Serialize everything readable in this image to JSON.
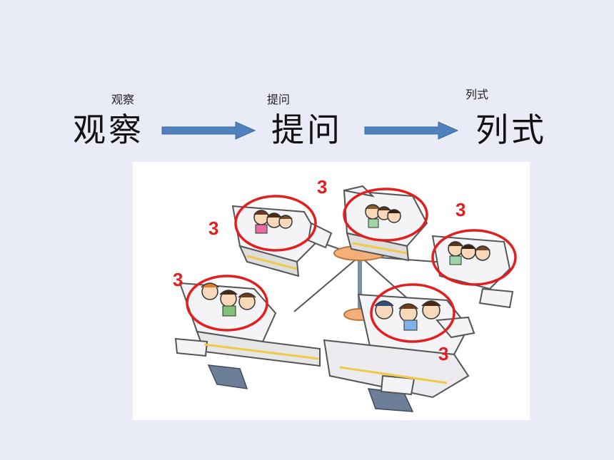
{
  "steps": [
    {
      "ruby": "观察",
      "word": "观察"
    },
    {
      "ruby": "提问",
      "word": "提问"
    },
    {
      "ruby": "列式",
      "word": "列式"
    }
  ],
  "picture": {
    "group_counts": [
      "3",
      "3",
      "3",
      "3",
      "3"
    ]
  },
  "colors": {
    "background": "#e9ebf7",
    "arrow": "#4f81bd",
    "circle": "#e21e1e"
  }
}
